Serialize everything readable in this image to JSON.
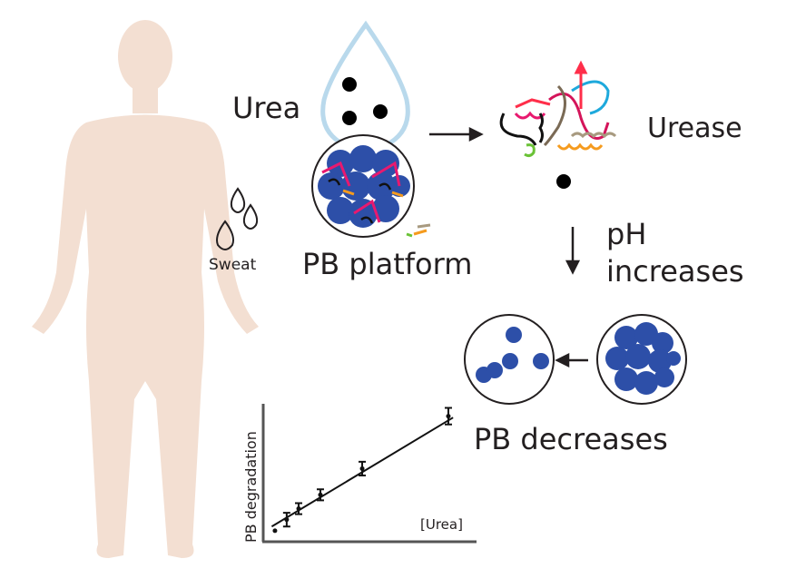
{
  "labels": {
    "urea": "Urea",
    "urease": "Urease",
    "sweat": "Sweat",
    "pb_platform": "PB platform",
    "ph_line1": "pH",
    "ph_line2": "increases",
    "pb_decreases": "PB decreases"
  },
  "colors": {
    "skin": "#f3dfd2",
    "drop": "#b9d9ec",
    "pb_blue": "#2d4fa8",
    "ink": "#231f20"
  },
  "chart_data": {
    "type": "line",
    "title": "",
    "xlabel": "[Urea]",
    "ylabel": "PB degradation",
    "xlim": [
      0,
      10
    ],
    "ylim": [
      0,
      10
    ],
    "grid": false,
    "x": [
      0.55,
      1.1,
      1.66,
      2.68,
      4.64,
      8.68
    ],
    "y": [
      0.8,
      1.6,
      2.4,
      3.4,
      5.3,
      9.1
    ],
    "error": [
      0,
      0.5,
      0.4,
      0.4,
      0.5,
      0.6
    ],
    "fit_line": {
      "x": [
        0.4,
        8.9
      ],
      "y": [
        1.1,
        9.0
      ]
    }
  }
}
